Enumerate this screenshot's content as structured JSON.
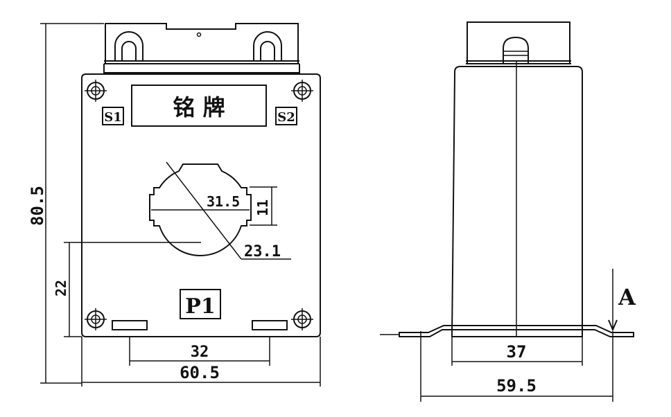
{
  "front_view": {
    "nameplate_label": "铭 牌",
    "terminal_left": "S1",
    "terminal_right": "S2",
    "primary_label": "P1",
    "dimensions": {
      "overall_height": "80.5",
      "overall_width": "60.5",
      "mount_hole_spacing": "32",
      "window_bottom_height": "22",
      "window_width": "31.5",
      "window_height": "11",
      "window_diameter": "23.1"
    }
  },
  "side_view": {
    "view_arrow_label": "A",
    "dimensions": {
      "body_width": "37",
      "base_width": "59.5"
    }
  }
}
